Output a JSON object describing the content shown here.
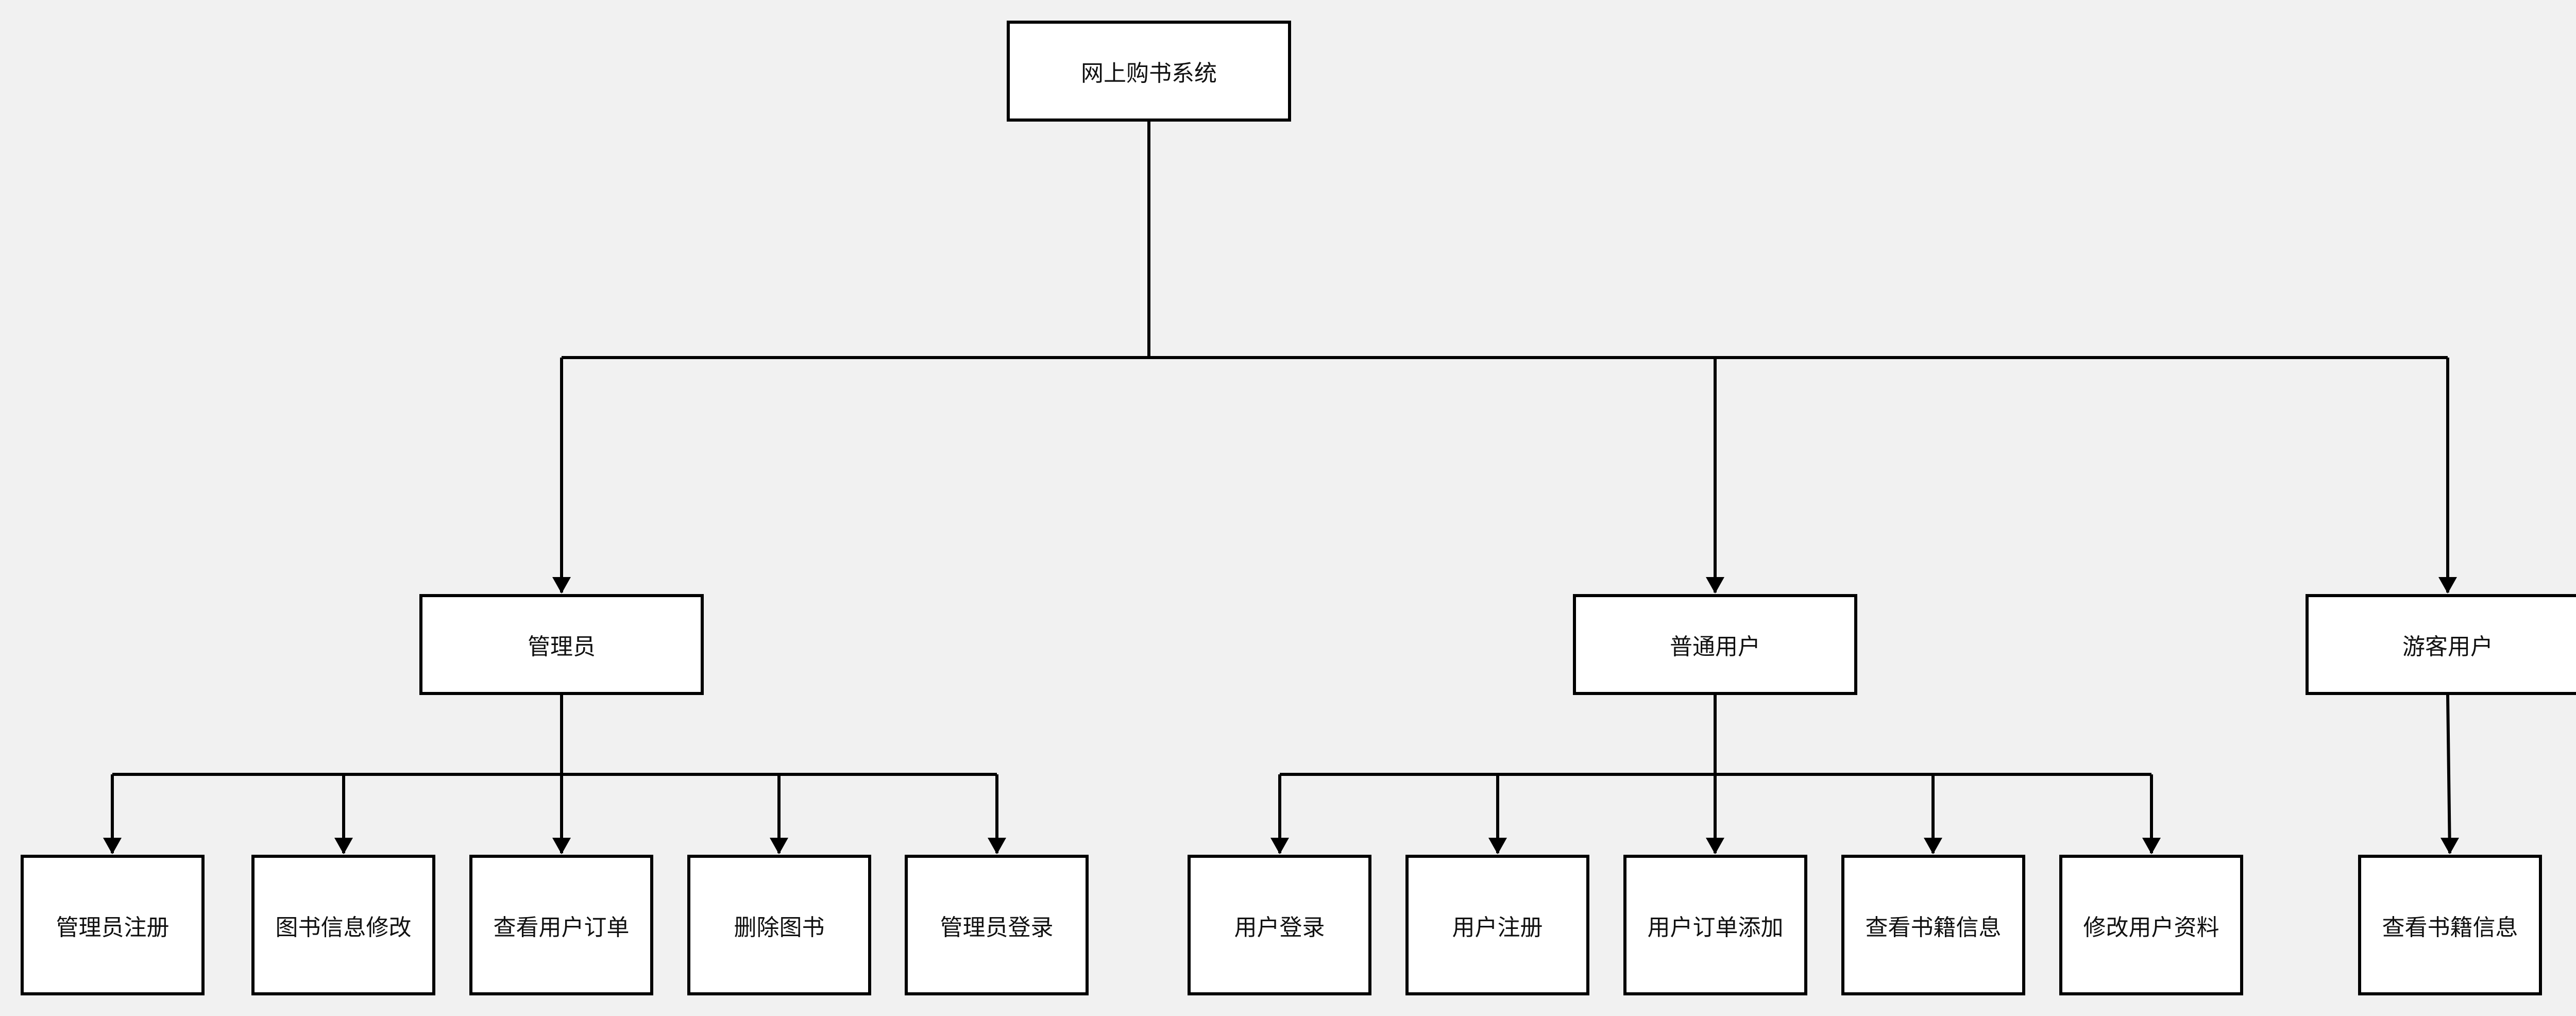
{
  "diagram": {
    "nodes": [
      {
        "id": "root",
        "label": "网上购书系统"
      },
      {
        "id": "admin",
        "label": "管理员"
      },
      {
        "id": "user",
        "label": "普通用户"
      },
      {
        "id": "guest",
        "label": "游客用户"
      },
      {
        "id": "admin_register",
        "label": "管理员注册"
      },
      {
        "id": "book_info_edit",
        "label": "图书信息修改"
      },
      {
        "id": "view_user_orders",
        "label": "查看用户订单"
      },
      {
        "id": "delete_book",
        "label": "删除图书"
      },
      {
        "id": "admin_login",
        "label": "管理员登录"
      },
      {
        "id": "user_login",
        "label": "用户登录"
      },
      {
        "id": "user_register",
        "label": "用户注册"
      },
      {
        "id": "user_order_add",
        "label": "用户订单添加"
      },
      {
        "id": "view_book_info",
        "label": "查看书籍信息"
      },
      {
        "id": "edit_user_profile",
        "label": "修改用户资料"
      },
      {
        "id": "guest_view_book_info",
        "label": "查看书籍信息"
      }
    ],
    "edges": [
      {
        "from": "root",
        "to": "admin"
      },
      {
        "from": "root",
        "to": "user"
      },
      {
        "from": "root",
        "to": "guest"
      },
      {
        "from": "admin",
        "to": "admin_register"
      },
      {
        "from": "admin",
        "to": "book_info_edit"
      },
      {
        "from": "admin",
        "to": "view_user_orders"
      },
      {
        "from": "admin",
        "to": "delete_book"
      },
      {
        "from": "admin",
        "to": "admin_login"
      },
      {
        "from": "user",
        "to": "user_login"
      },
      {
        "from": "user",
        "to": "user_register"
      },
      {
        "from": "user",
        "to": "user_order_add"
      },
      {
        "from": "user",
        "to": "view_book_info"
      },
      {
        "from": "user",
        "to": "edit_user_profile"
      },
      {
        "from": "guest",
        "to": "guest_view_book_info"
      }
    ]
  }
}
